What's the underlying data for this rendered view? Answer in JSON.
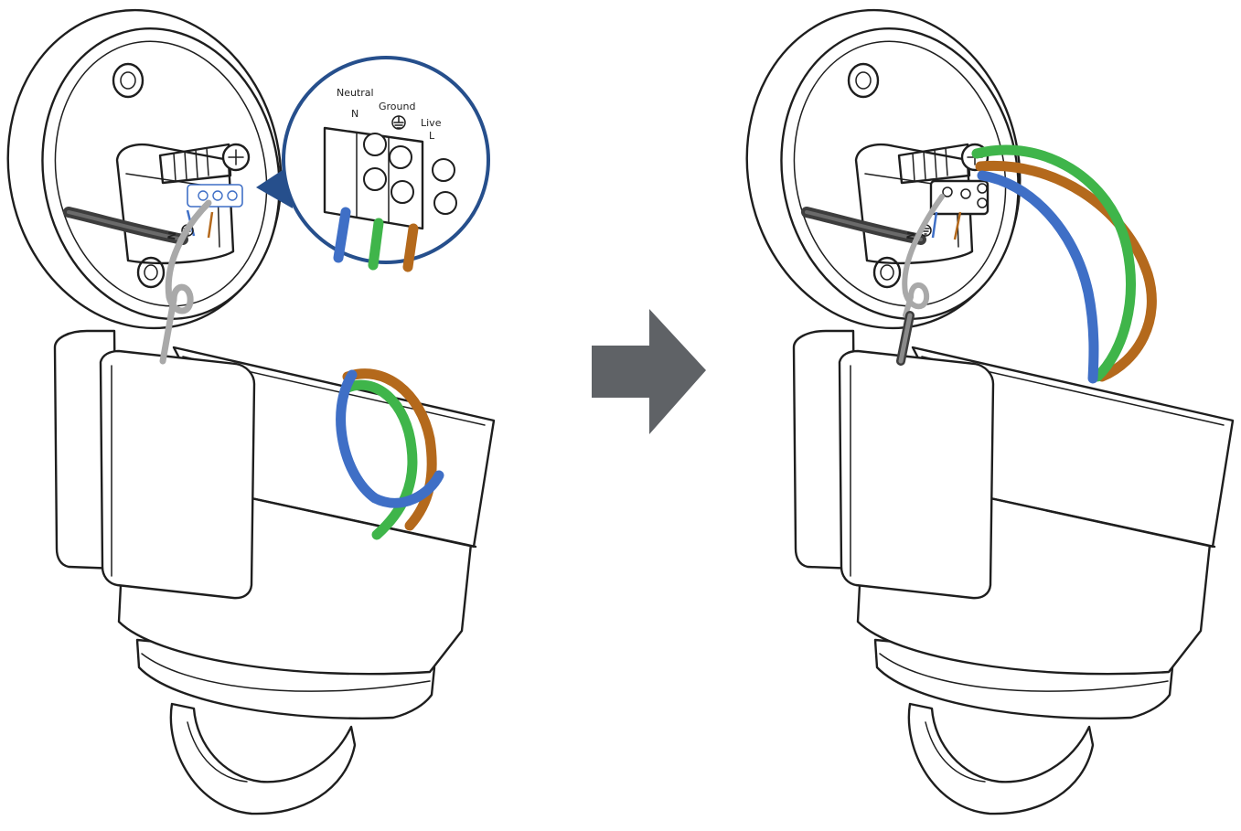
{
  "callout": {
    "neutral_label": "Neutral",
    "neutral_letter": "N",
    "ground_label": "Ground",
    "live_label": "Live",
    "live_letter": "L"
  },
  "box_marking": "N",
  "colors": {
    "neutral_wire": "#3f6fc6",
    "ground_wire": "#3fb54a",
    "live_wire": "#b4691c",
    "callout_ring": "#264f8c",
    "arrow": "#5f6266",
    "ground_lead": "#a9a9a9",
    "mains_cable": "#3d3d3d"
  },
  "icons": {
    "ground_symbol": "earth-ground-icon",
    "direction": "right-arrow-icon"
  }
}
